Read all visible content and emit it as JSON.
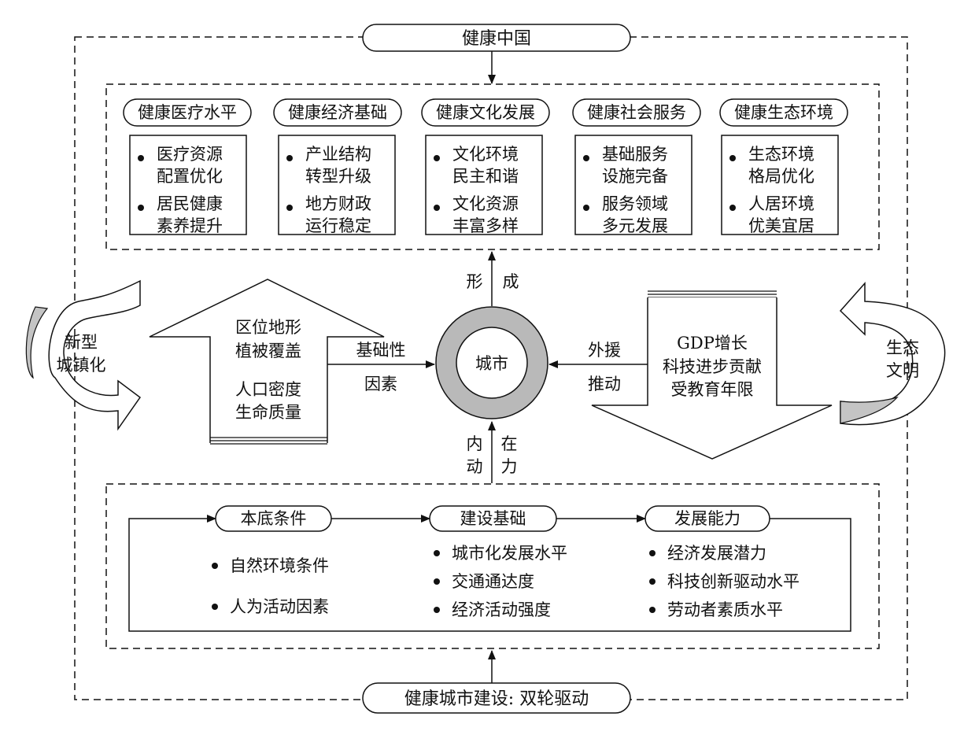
{
  "top_label": "健康中国",
  "bottom_label": "健康城市建设: 双轮驱动",
  "center_label": "城市",
  "dimensions": [
    {
      "title": "健康医疗水平",
      "items": [
        [
          "医疗资源",
          "配置优化"
        ],
        [
          "居民健康",
          "素养提升"
        ]
      ]
    },
    {
      "title": "健康经济基础",
      "items": [
        [
          "产业结构",
          "转型升级"
        ],
        [
          "地方财政",
          "运行稳定"
        ]
      ]
    },
    {
      "title": "健康文化发展",
      "items": [
        [
          "文化环境",
          "民主和谐"
        ],
        [
          "文化资源",
          "丰富多样"
        ]
      ]
    },
    {
      "title": "健康社会服务",
      "items": [
        [
          "基础服务",
          "设施完备"
        ],
        [
          "服务领域",
          "多元发展"
        ]
      ]
    },
    {
      "title": "健康生态环境",
      "items": [
        [
          "生态环境",
          "格局优化"
        ],
        [
          "人居环境",
          "优美宜居"
        ]
      ]
    }
  ],
  "left_arrow": {
    "lines": [
      "区位地形",
      "植被覆盖",
      "人口密度",
      "生命质量"
    ]
  },
  "right_arrow": {
    "lines": [
      "GDP增长",
      "科技进步贡献",
      "受教育年限"
    ]
  },
  "labels": {
    "form": [
      "形",
      "成"
    ],
    "basic_factor": [
      "基础性",
      "因素"
    ],
    "external": [
      "外援",
      "推动"
    ],
    "internal": [
      "内在",
      "动力"
    ],
    "urbanization": [
      "新型",
      "城镇化"
    ],
    "eco_civilization": [
      "生态",
      "文明"
    ]
  },
  "conditions": [
    {
      "title": "本底条件",
      "items": [
        "自然环境条件",
        "人为活动因素"
      ]
    },
    {
      "title": "建设基础",
      "items": [
        "城市化发展水平",
        "交通通达度",
        "经济活动强度"
      ]
    },
    {
      "title": "发展能力",
      "items": [
        "经济发展潜力",
        "科技创新驱动水平",
        "劳动者素质水平"
      ]
    }
  ]
}
